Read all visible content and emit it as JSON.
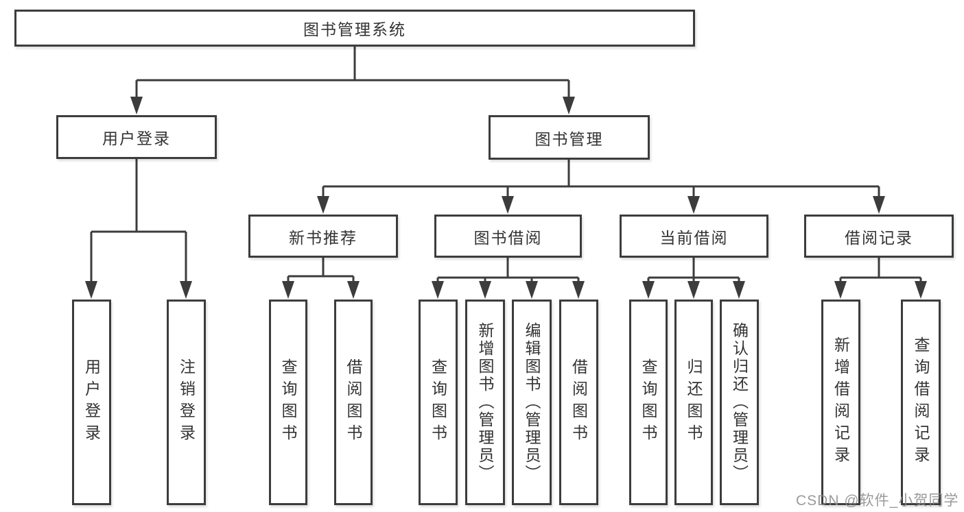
{
  "title": "图书管理系统",
  "colors": {
    "line": "#3c3c3c",
    "text": "#333333",
    "box_background": "#ffffff",
    "watermark": "#8c8c8c"
  },
  "watermark": {
    "text": "CSDN @软件_小贺同学"
  },
  "nodes": {
    "root": "图书管理系统",
    "user_login_group": "用户登录",
    "book_management_group": "图书管理",
    "new_book_recommend": "新书推荐",
    "book_borrowing": "图书借阅",
    "current_borrowing": "当前借阅",
    "borrowing_records": "借阅记录",
    "leaf_user_login": "用户登录",
    "leaf_logout": "注销登录",
    "leaf_recommend_query_books": "查询图书",
    "leaf_recommend_borrow_books": "借阅图书",
    "leaf_borrowing_query_books": "查询图书",
    "leaf_borrowing_add_books": "新增图书（管理员）",
    "leaf_borrowing_edit_books": "编辑图书（管理员）",
    "leaf_borrowing_borrow_books": "借阅图书",
    "leaf_current_query_books": "查询图书",
    "leaf_current_return_books": "归还图书",
    "leaf_current_confirm_return": "确认归还（管理员）",
    "leaf_records_add_record": "新增借阅记录",
    "leaf_records_query_record": "查询借阅记录"
  }
}
